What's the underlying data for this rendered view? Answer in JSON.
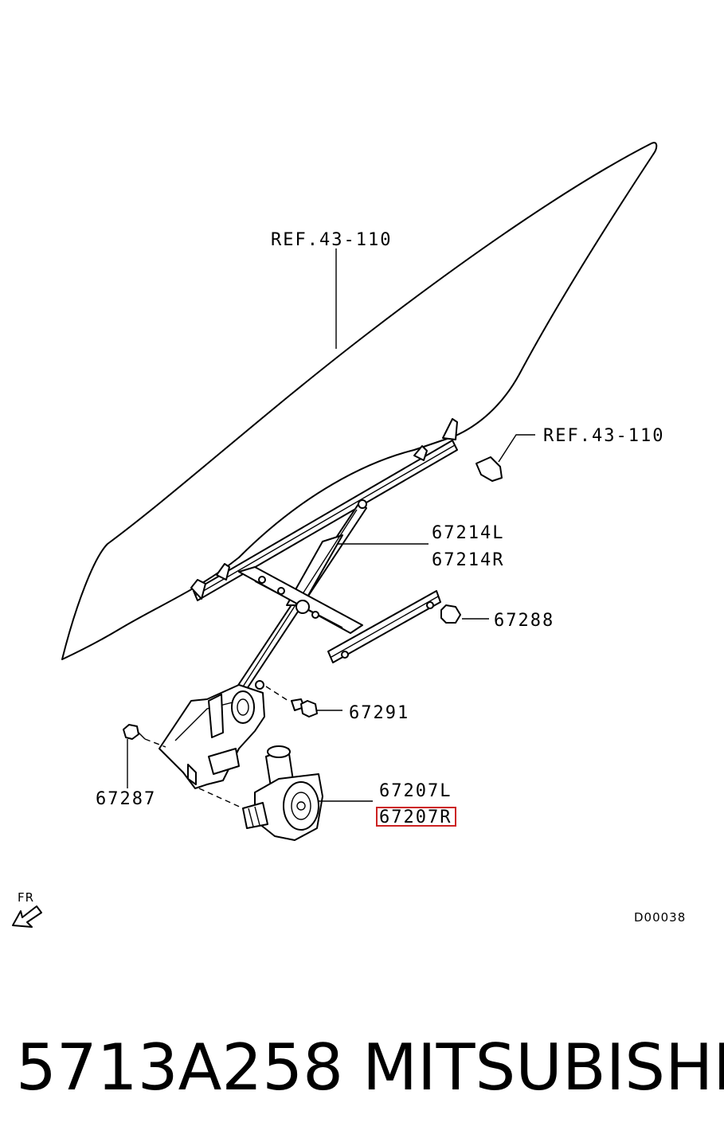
{
  "labels": {
    "ref_top": "REF.43-110",
    "ref_right": "REF.43-110",
    "regulator_left": "67214L",
    "regulator_right": "67214R",
    "nut": "67288",
    "bolt": "67291",
    "screw": "67287",
    "motor_left": "67207L",
    "motor_right": "67207R",
    "front_marker": "FR",
    "diagram_code": "D00038"
  },
  "highlight_color": "#cc2222",
  "footer": {
    "part_number": "5713A258",
    "brand": "MITSUBISHI"
  }
}
